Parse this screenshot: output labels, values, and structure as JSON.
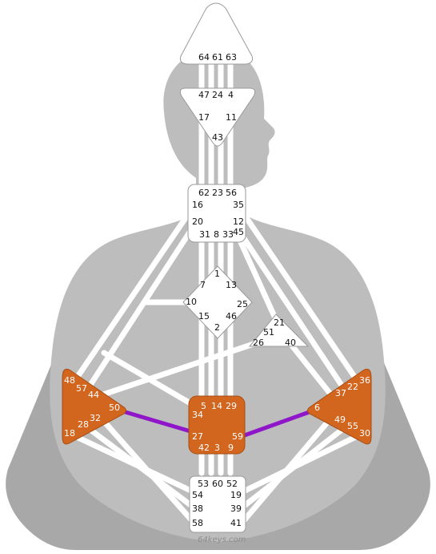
{
  "watermark": "64keys.com",
  "colors": {
    "background": "#ffffff",
    "silhouette": "#bdbdbd",
    "outer_body": "#a8a8a8",
    "channel": "#ffffff",
    "undefined_center": "#ffffff",
    "defined_center": "#d2661f",
    "active_channel": "#8f17c9"
  },
  "centers": [
    {
      "id": "head",
      "defined": false,
      "gates": [
        "64",
        "61",
        "63"
      ]
    },
    {
      "id": "ajna",
      "defined": false,
      "gates": [
        "47",
        "24",
        "4",
        "17",
        "11",
        "43"
      ]
    },
    {
      "id": "throat",
      "defined": false,
      "gates": [
        "62",
        "23",
        "56",
        "16",
        "35",
        "20",
        "12",
        "31",
        "8",
        "33",
        "45"
      ]
    },
    {
      "id": "g-center",
      "defined": false,
      "gates": [
        "1",
        "7",
        "13",
        "10",
        "25",
        "15",
        "46",
        "2"
      ]
    },
    {
      "id": "heart",
      "defined": false,
      "gates": [
        "21",
        "51",
        "26",
        "40"
      ]
    },
    {
      "id": "spleen",
      "defined": true,
      "gates": [
        "48",
        "57",
        "44",
        "50",
        "32",
        "28",
        "18"
      ]
    },
    {
      "id": "sacral",
      "defined": true,
      "gates": [
        "5",
        "14",
        "29",
        "34",
        "27",
        "59",
        "42",
        "3",
        "9"
      ]
    },
    {
      "id": "solar-plexus",
      "defined": true,
      "gates": [
        "36",
        "22",
        "37",
        "6",
        "49",
        "55",
        "30"
      ]
    },
    {
      "id": "root",
      "defined": false,
      "gates": [
        "53",
        "60",
        "52",
        "54",
        "19",
        "38",
        "39",
        "58",
        "41"
      ]
    }
  ],
  "active_channels": [
    {
      "from": "50",
      "to": "27"
    },
    {
      "from": "59",
      "to": "6"
    }
  ]
}
